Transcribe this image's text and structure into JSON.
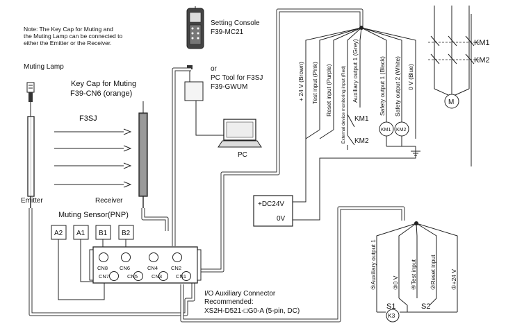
{
  "note": {
    "line1": "Note: The Key Cap for Muting and",
    "line2": "the Muting Lamp can be connected to",
    "line3": "either the Emitter or the Receiver."
  },
  "console": {
    "name": "Setting Console",
    "model": "F39-MC21"
  },
  "pc_tool": {
    "or": "or",
    "name": "PC Tool for F3SJ",
    "model": "F39-GWUM",
    "pc": "PC"
  },
  "muting_lamp": "Muting Lamp",
  "key_cap": {
    "line1": "Key Cap for Muting",
    "line2": "F39-CN6 (orange)"
  },
  "sensor": {
    "name": "F3SJ",
    "emitter": "Emitter",
    "receiver": "Receiver"
  },
  "muting_sensor": "Muting Sensor(PNP)",
  "sensors": [
    "A2",
    "A1",
    "B1",
    "B2"
  ],
  "connectors": {
    "top": [
      "CN8",
      "CN6",
      "CN4",
      "CN2"
    ],
    "bottom": [
      "CN7",
      "CN5",
      "CN3",
      "CN1"
    ]
  },
  "io_connector": {
    "line1": "I/O Auxiliary Connector",
    "line2": "Recommended:",
    "line3": "XS2H-D521-□G0-A (5-pin, DC)"
  },
  "power": {
    "plus": "+DC24V",
    "zero": "0V"
  },
  "wires": [
    "+ 24 V (Brown)",
    "Test input (Pink)",
    "Reset input (Purple)",
    "External device monitoring input (Red)",
    "Auxiliary output 1 (Grey)",
    "Safety output 1 (Black)",
    "Safety output 2 (White)",
    "0 V (Blue)"
  ],
  "contacts": {
    "km1": "KM1",
    "km2": "KM2"
  },
  "coils": {
    "km1": "KM1",
    "km2": "KM2"
  },
  "motor": {
    "label": "M",
    "km1": "KM1",
    "km2": "KM2"
  },
  "aux_pins": [
    "⑤Auxiliary output 1",
    "③0 V",
    "④Test input",
    "②Reset input",
    "①+24 V"
  ],
  "switches": {
    "s1": "S1",
    "s2": "S2",
    "k3": "K3"
  }
}
